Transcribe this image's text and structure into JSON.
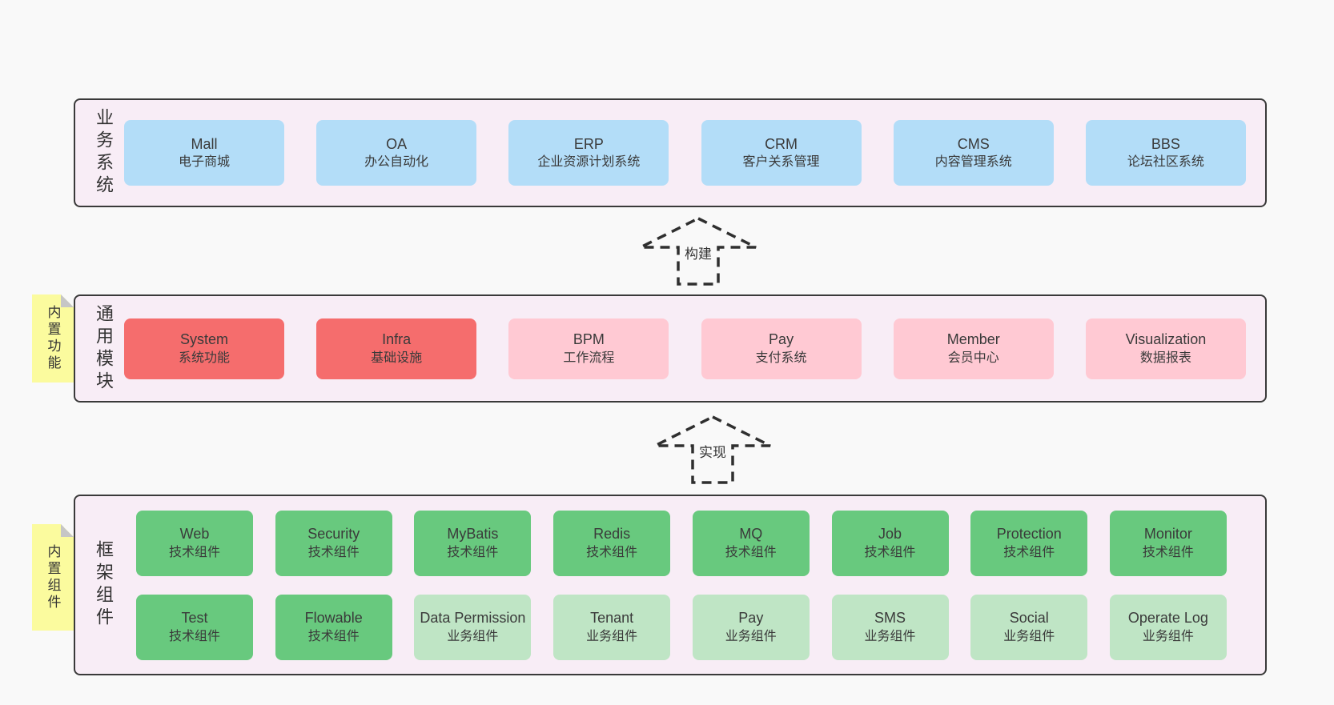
{
  "colors": {
    "page_bg": "#f9f9f9",
    "container_bg": "#f8edf6",
    "container_border": "#3a3a3a",
    "blue_box": "#b3ddf8",
    "red_box": "#f56d6d",
    "pink_box": "#ffc9d3",
    "green_box": "#68c97e",
    "light_green_box": "#bfe5c5",
    "sticky_yellow": "#fbfb9e",
    "text": "#3a3a3a"
  },
  "arrows": [
    {
      "label": "构建"
    },
    {
      "label": "实现"
    }
  ],
  "sections": {
    "business": {
      "label": "业务系统",
      "items": [
        {
          "en": "Mall",
          "zh": "电子商城"
        },
        {
          "en": "OA",
          "zh": "办公自动化"
        },
        {
          "en": "ERP",
          "zh": "企业资源计划系统"
        },
        {
          "en": "CRM",
          "zh": "客户关系管理"
        },
        {
          "en": "CMS",
          "zh": "内容管理系统"
        },
        {
          "en": "BBS",
          "zh": "论坛社区系统"
        }
      ]
    },
    "modules": {
      "label": "通用模块",
      "sticky": "内置功能",
      "items": [
        {
          "en": "System",
          "zh": "系统功能",
          "variant": "red"
        },
        {
          "en": "Infra",
          "zh": "基础设施",
          "variant": "red"
        },
        {
          "en": "BPM",
          "zh": "工作流程",
          "variant": "pink"
        },
        {
          "en": "Pay",
          "zh": "支付系统",
          "variant": "pink"
        },
        {
          "en": "Member",
          "zh": "会员中心",
          "variant": "pink"
        },
        {
          "en": "Visualization",
          "zh": "数据报表",
          "variant": "pink"
        }
      ]
    },
    "framework": {
      "label": "框架组件",
      "sticky": "内置组件",
      "row1": [
        {
          "en": "Web",
          "zh": "技术组件",
          "variant": "green"
        },
        {
          "en": "Security",
          "zh": "技术组件",
          "variant": "green"
        },
        {
          "en": "MyBatis",
          "zh": "技术组件",
          "variant": "green"
        },
        {
          "en": "Redis",
          "zh": "技术组件",
          "variant": "green"
        },
        {
          "en": "MQ",
          "zh": "技术组件",
          "variant": "green"
        },
        {
          "en": "Job",
          "zh": "技术组件",
          "variant": "green"
        },
        {
          "en": "Protection",
          "zh": "技术组件",
          "variant": "green"
        },
        {
          "en": "Monitor",
          "zh": "技术组件",
          "variant": "green"
        }
      ],
      "row2": [
        {
          "en": "Test",
          "zh": "技术组件",
          "variant": "green"
        },
        {
          "en": "Flowable",
          "zh": "技术组件",
          "variant": "green"
        },
        {
          "en": "Data Permission",
          "zh": "业务组件",
          "variant": "lightgreen"
        },
        {
          "en": "Tenant",
          "zh": "业务组件",
          "variant": "lightgreen"
        },
        {
          "en": "Pay",
          "zh": "业务组件",
          "variant": "lightgreen"
        },
        {
          "en": "SMS",
          "zh": "业务组件",
          "variant": "lightgreen"
        },
        {
          "en": "Social",
          "zh": "业务组件",
          "variant": "lightgreen"
        },
        {
          "en": "Operate Log",
          "zh": "业务组件",
          "variant": "lightgreen"
        }
      ]
    }
  }
}
